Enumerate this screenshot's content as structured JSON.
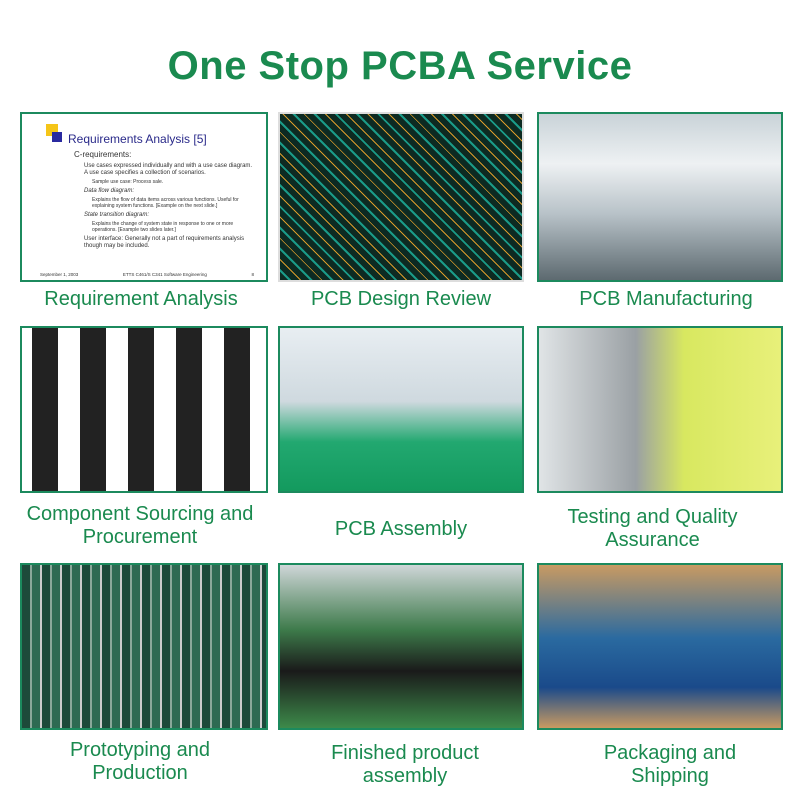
{
  "title": "One Stop PCBA Service",
  "brand_color": "#1a8a4f",
  "slide": {
    "title": "Requirements Analysis [5]",
    "heading": "C-requirements:",
    "bullets": [
      "Use cases expressed individually and with a use case diagram. A use case specifies a collection of scenarios.",
      "Sample use case: Process sale.",
      "Data flow diagram:",
      "Explains the flow of data items across various functions. Useful for explaining system functions. [Example on the next slide.]",
      "State transition diagram:",
      "Explains the change of system state in response to one or more operations. [Example two slides later.]",
      "User interface: Generally not a part of requirements analysis though may be included."
    ],
    "footer_date": "September 1, 2003",
    "footer_course": "ETTS C461/S C341 Software Engineering",
    "footer_page": "8"
  },
  "services": [
    {
      "label": "Requirement Analysis"
    },
    {
      "label": "PCB Design Review"
    },
    {
      "label": "PCB Manufacturing"
    },
    {
      "label": "Component Sourcing and Procurement"
    },
    {
      "label": "PCB Assembly"
    },
    {
      "label": "Testing and Quality Assurance"
    },
    {
      "label": "Prototyping and Production"
    },
    {
      "label": "Finished product assembly"
    },
    {
      "label": "Packaging and Shipping"
    }
  ]
}
